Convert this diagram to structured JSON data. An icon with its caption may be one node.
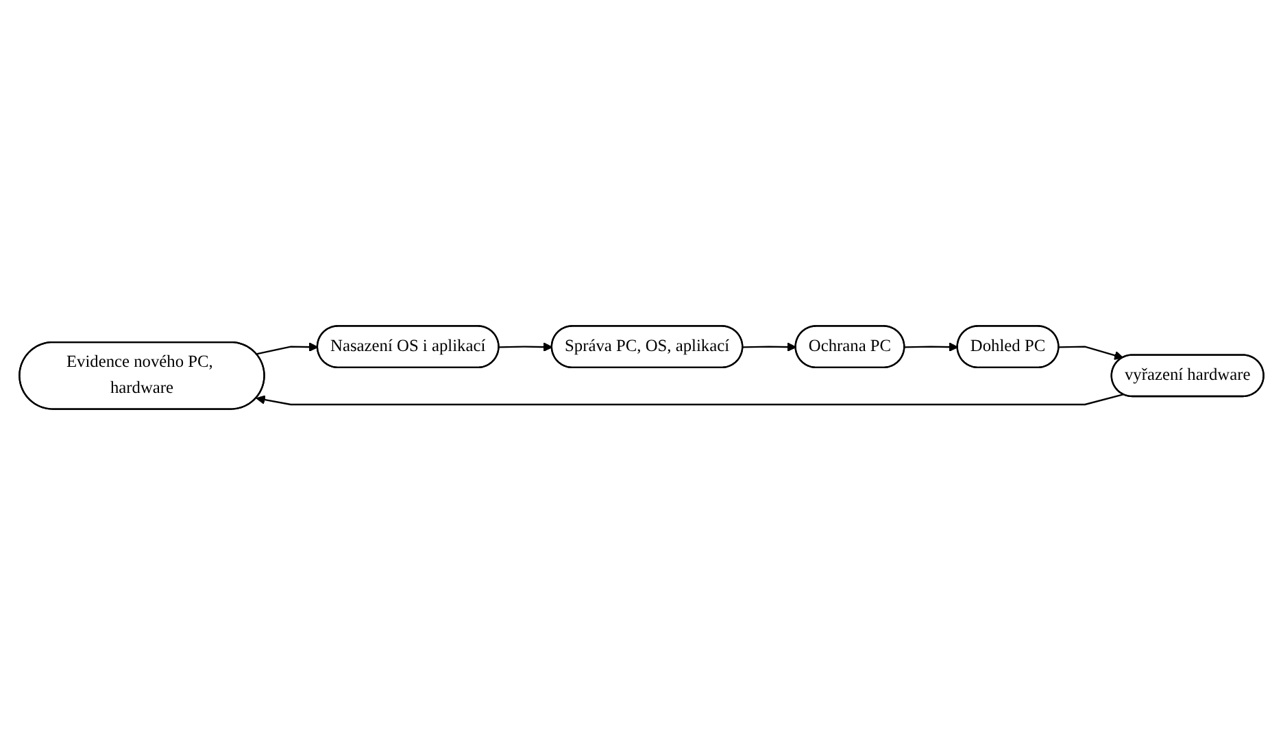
{
  "diagram": {
    "nodes": [
      {
        "text": [
          "Evidence nového PC, hardware"
        ]
      },
      {
        "text": [
          "Nasazení OS i aplikací"
        ]
      },
      {
        "text": [
          "Správa PC, OS, aplikací"
        ]
      },
      {
        "text": [
          "Ochrana PC"
        ]
      },
      {
        "text": [
          "Dohled PC"
        ]
      },
      {
        "text": [
          "vyřazení hardware"
        ]
      }
    ],
    "edges": [
      {
        "from": 0,
        "to": 1,
        "arrow": "to"
      },
      {
        "from": 1,
        "to": 2,
        "arrow": "to"
      },
      {
        "from": 2,
        "to": 3,
        "arrow": "to"
      },
      {
        "from": 3,
        "to": 4,
        "arrow": "to"
      },
      {
        "from": 4,
        "to": 5,
        "arrow": "to"
      },
      {
        "from": 5,
        "to": 0,
        "arrow": "to"
      }
    ]
  }
}
